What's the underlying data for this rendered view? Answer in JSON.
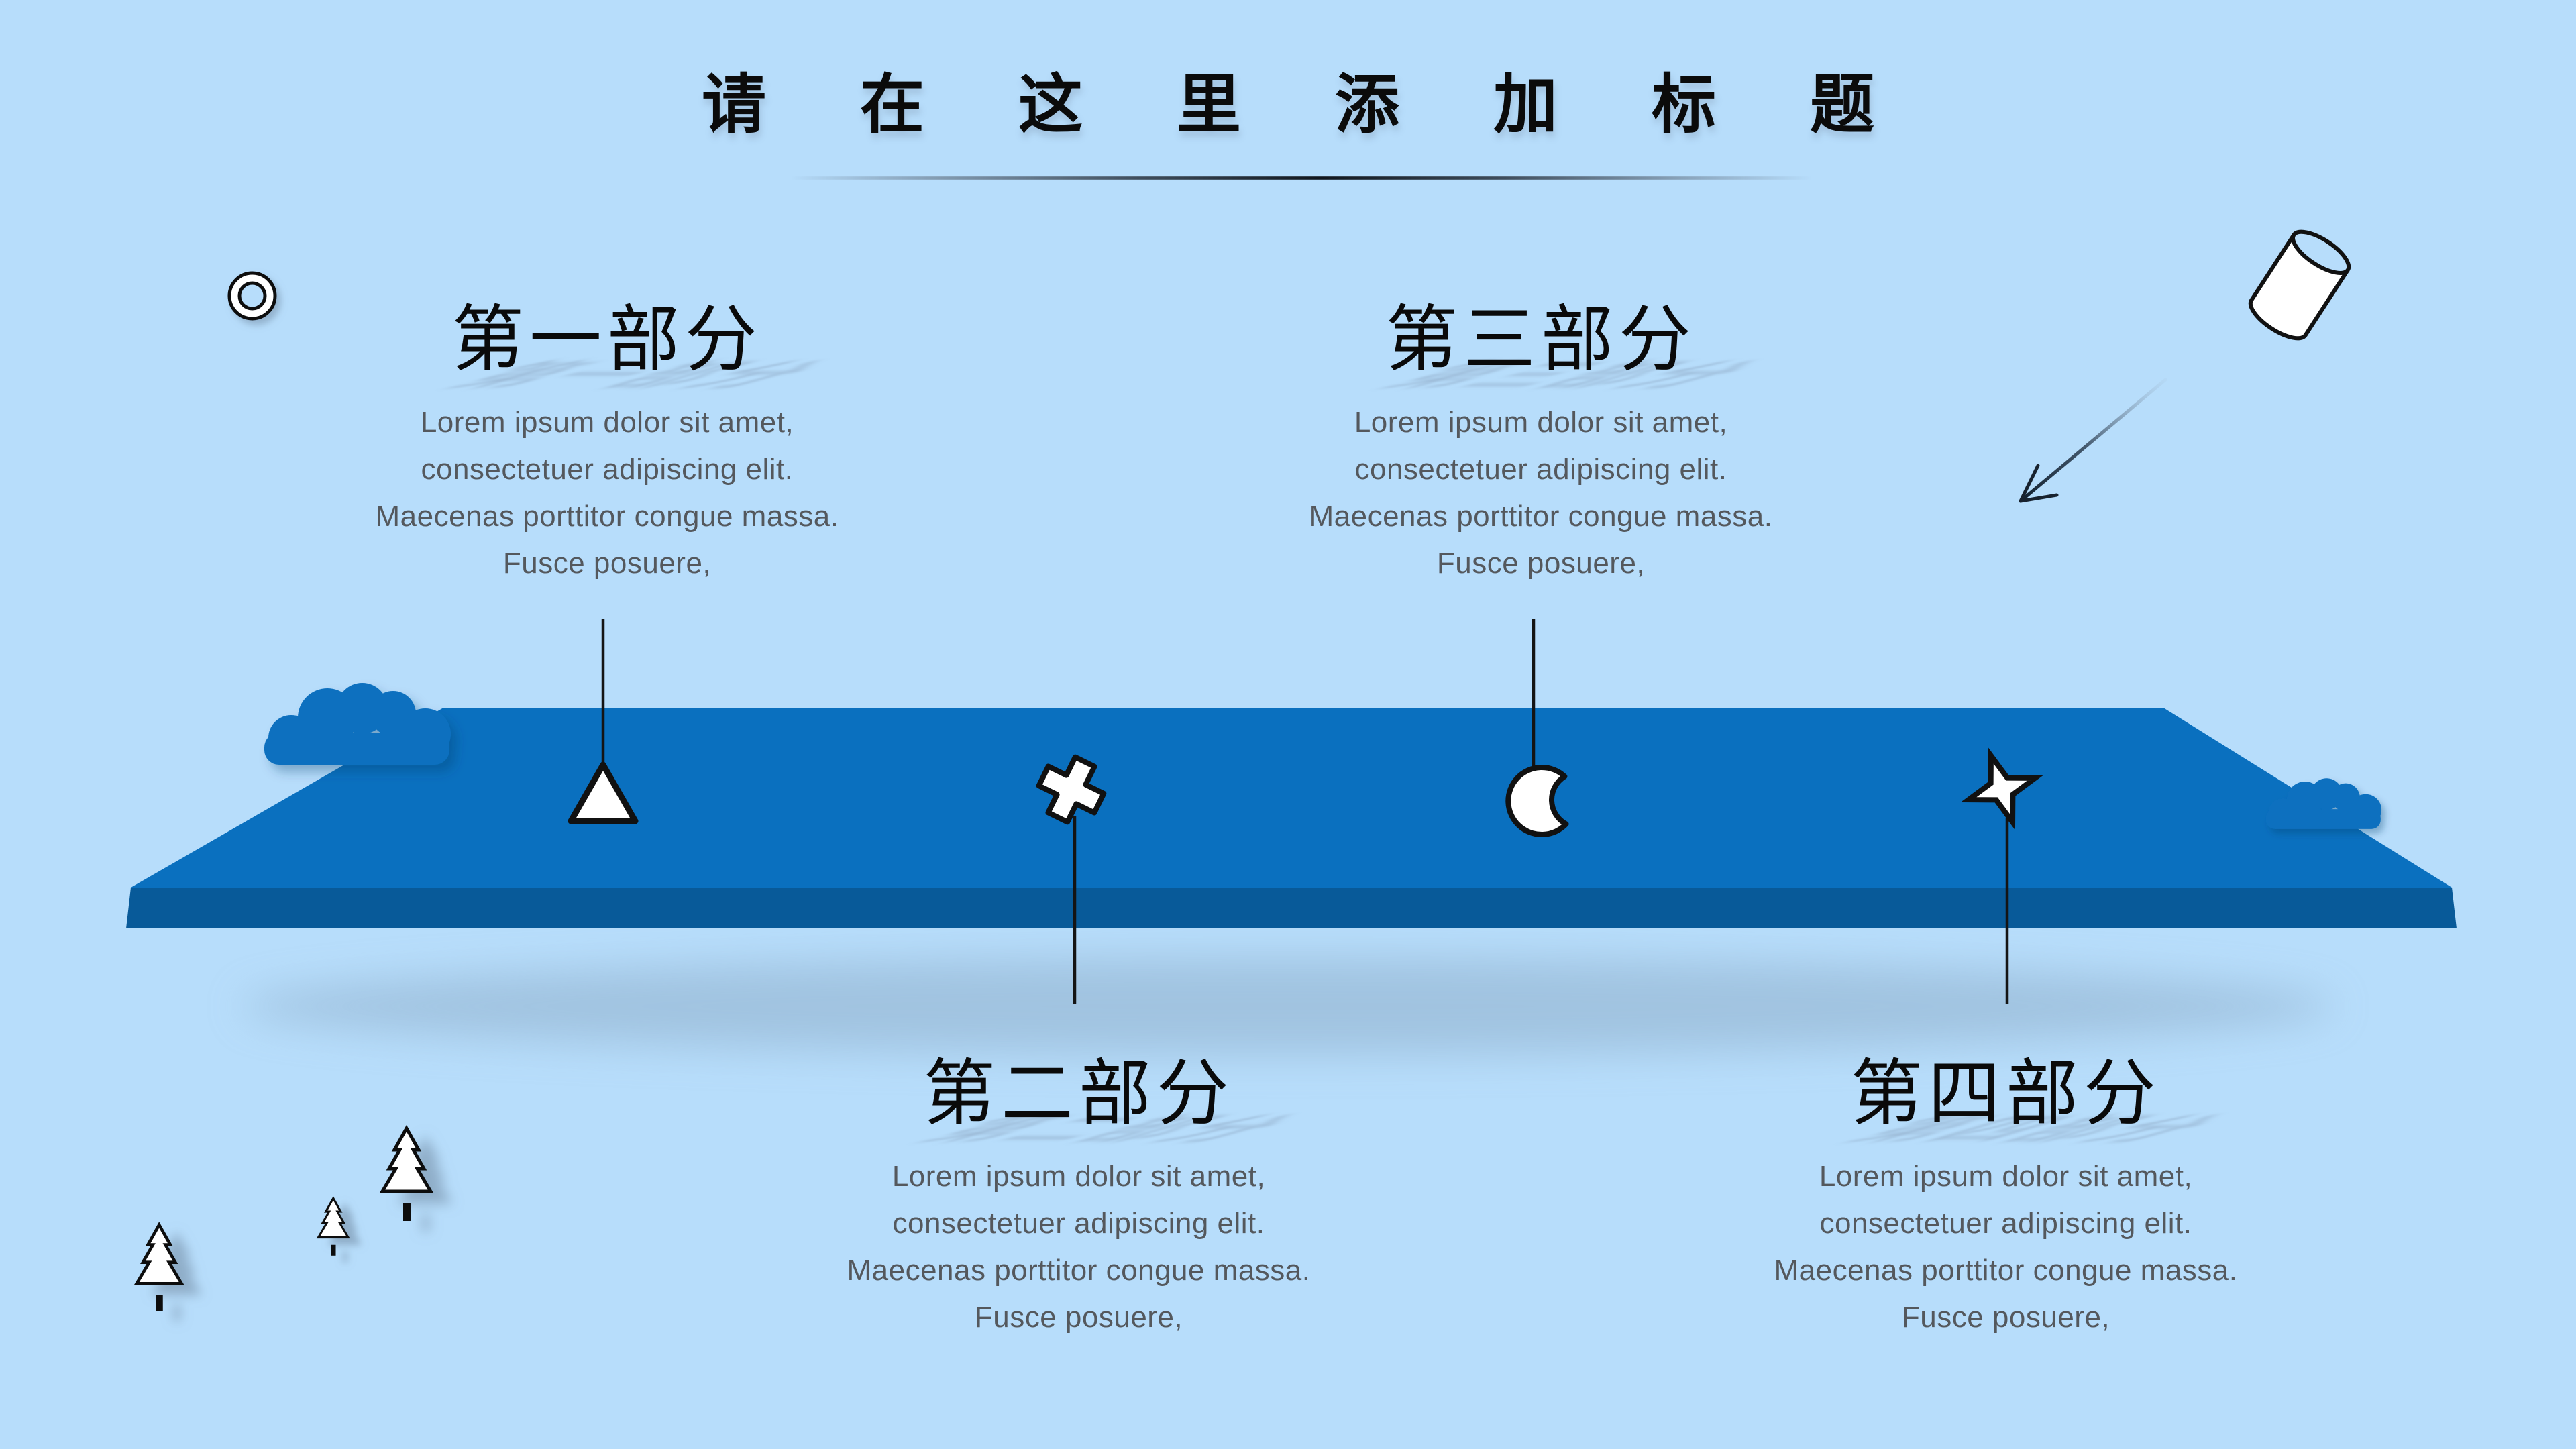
{
  "slide": {
    "title": "请 在 这 里 添 加 标 题",
    "sections": [
      {
        "heading": "第一部分",
        "body_lines": [
          "Lorem ipsum dolor sit amet,",
          "consectetuer adipiscing elit.",
          "Maecenas porttitor congue massa.",
          "Fusce posuere,"
        ],
        "marker_icon": "triangle-icon"
      },
      {
        "heading": "第二部分",
        "body_lines": [
          "Lorem ipsum dolor sit amet,",
          "consectetuer adipiscing elit.",
          "Maecenas porttitor congue massa.",
          "Fusce posuere,"
        ],
        "marker_icon": "cross-icon"
      },
      {
        "heading": "第三部分",
        "body_lines": [
          "Lorem ipsum dolor sit amet,",
          "consectetuer adipiscing elit.",
          "Maecenas porttitor congue massa.",
          "Fusce posuere,"
        ],
        "marker_icon": "moon-icon"
      },
      {
        "heading": "第四部分",
        "body_lines": [
          "Lorem ipsum dolor sit amet,",
          "consectetuer adipiscing elit.",
          "Maecenas porttitor congue massa.",
          "Fusce posuere,"
        ],
        "marker_icon": "star-icon"
      }
    ],
    "decorations": [
      "ring-icon",
      "cylinder-icon",
      "arrow-icon",
      "cloud-icon-left",
      "cloud-icon-right",
      "pine-tree-icon-large",
      "pine-tree-icon-small",
      "pine-tree-icon-medium"
    ],
    "colors": {
      "background": "#b7ddfb",
      "platform_top": "#0a70bf",
      "platform_front": "#085a99",
      "heading_text": "#0a0a0a",
      "body_text": "#54585d",
      "connector": "#141414",
      "shape_fill": "#ffffff",
      "shape_stroke": "#111111"
    }
  }
}
